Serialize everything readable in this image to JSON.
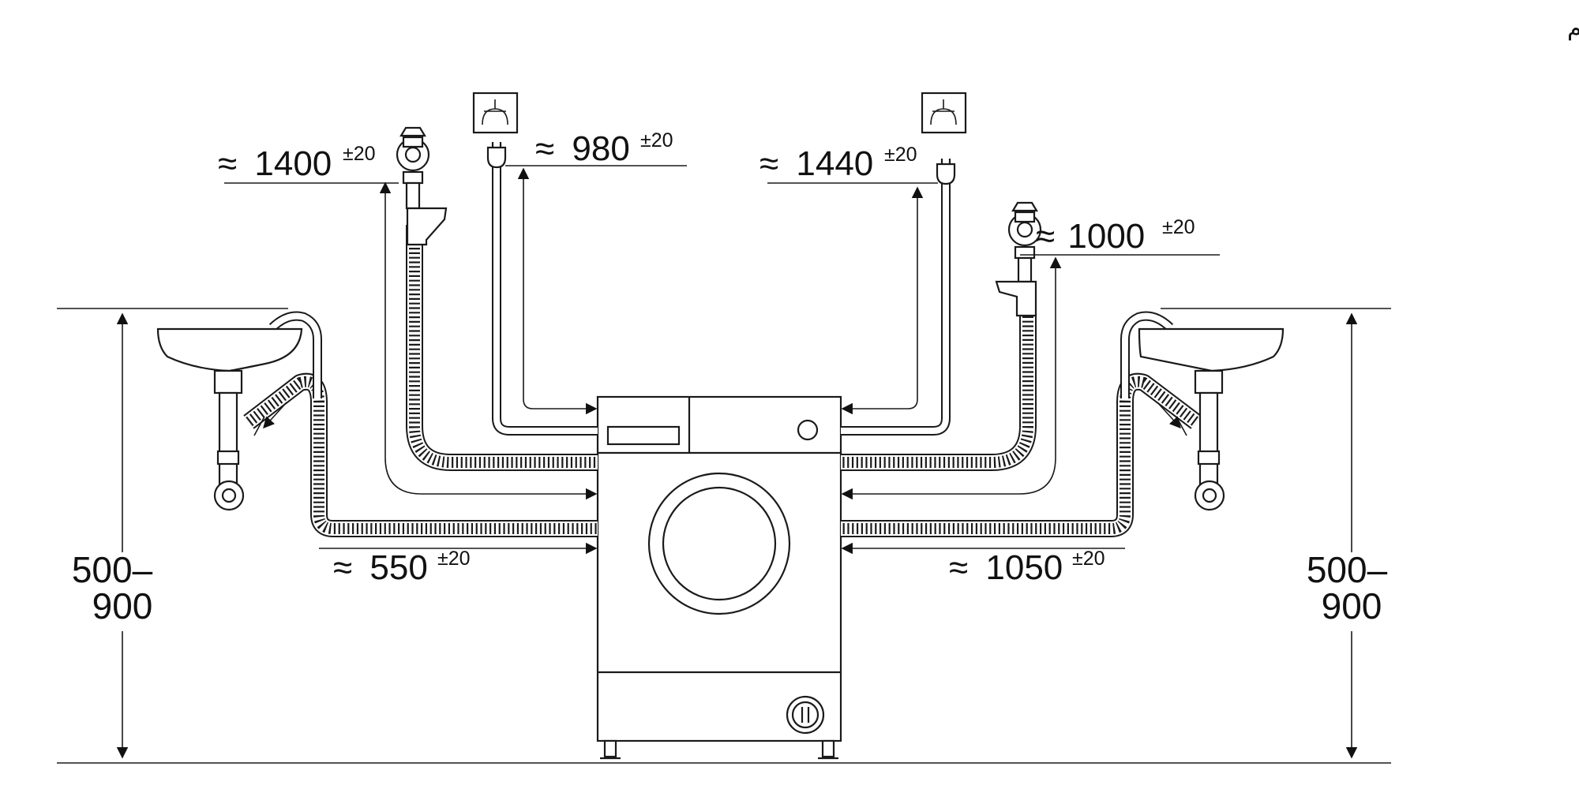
{
  "caption": "القياسات بوحدة مم",
  "dimensions": {
    "left_drain": {
      "approx": "≈",
      "value": "1400",
      "tolerance": "±20"
    },
    "left_power": {
      "approx": "≈",
      "value": "980",
      "tolerance": "±20"
    },
    "right_power": {
      "approx": "≈",
      "value": "1440",
      "tolerance": "±20"
    },
    "right_drain": {
      "approx": "≈",
      "value": "1000",
      "tolerance": "±20"
    },
    "left_inlet": {
      "approx": "≈",
      "value": "550",
      "tolerance": "±20"
    },
    "right_inlet": {
      "approx": "≈",
      "value": "1050",
      "tolerance": "±20"
    }
  },
  "height_range": {
    "left": {
      "top": "500–",
      "bottom": "900"
    },
    "right": {
      "top": "500–",
      "bottom": "900"
    }
  },
  "icons": [
    "socket-symbol-icon",
    "plug-icon",
    "water-tap-icon",
    "washbasin-icon",
    "washing-machine-icon"
  ]
}
